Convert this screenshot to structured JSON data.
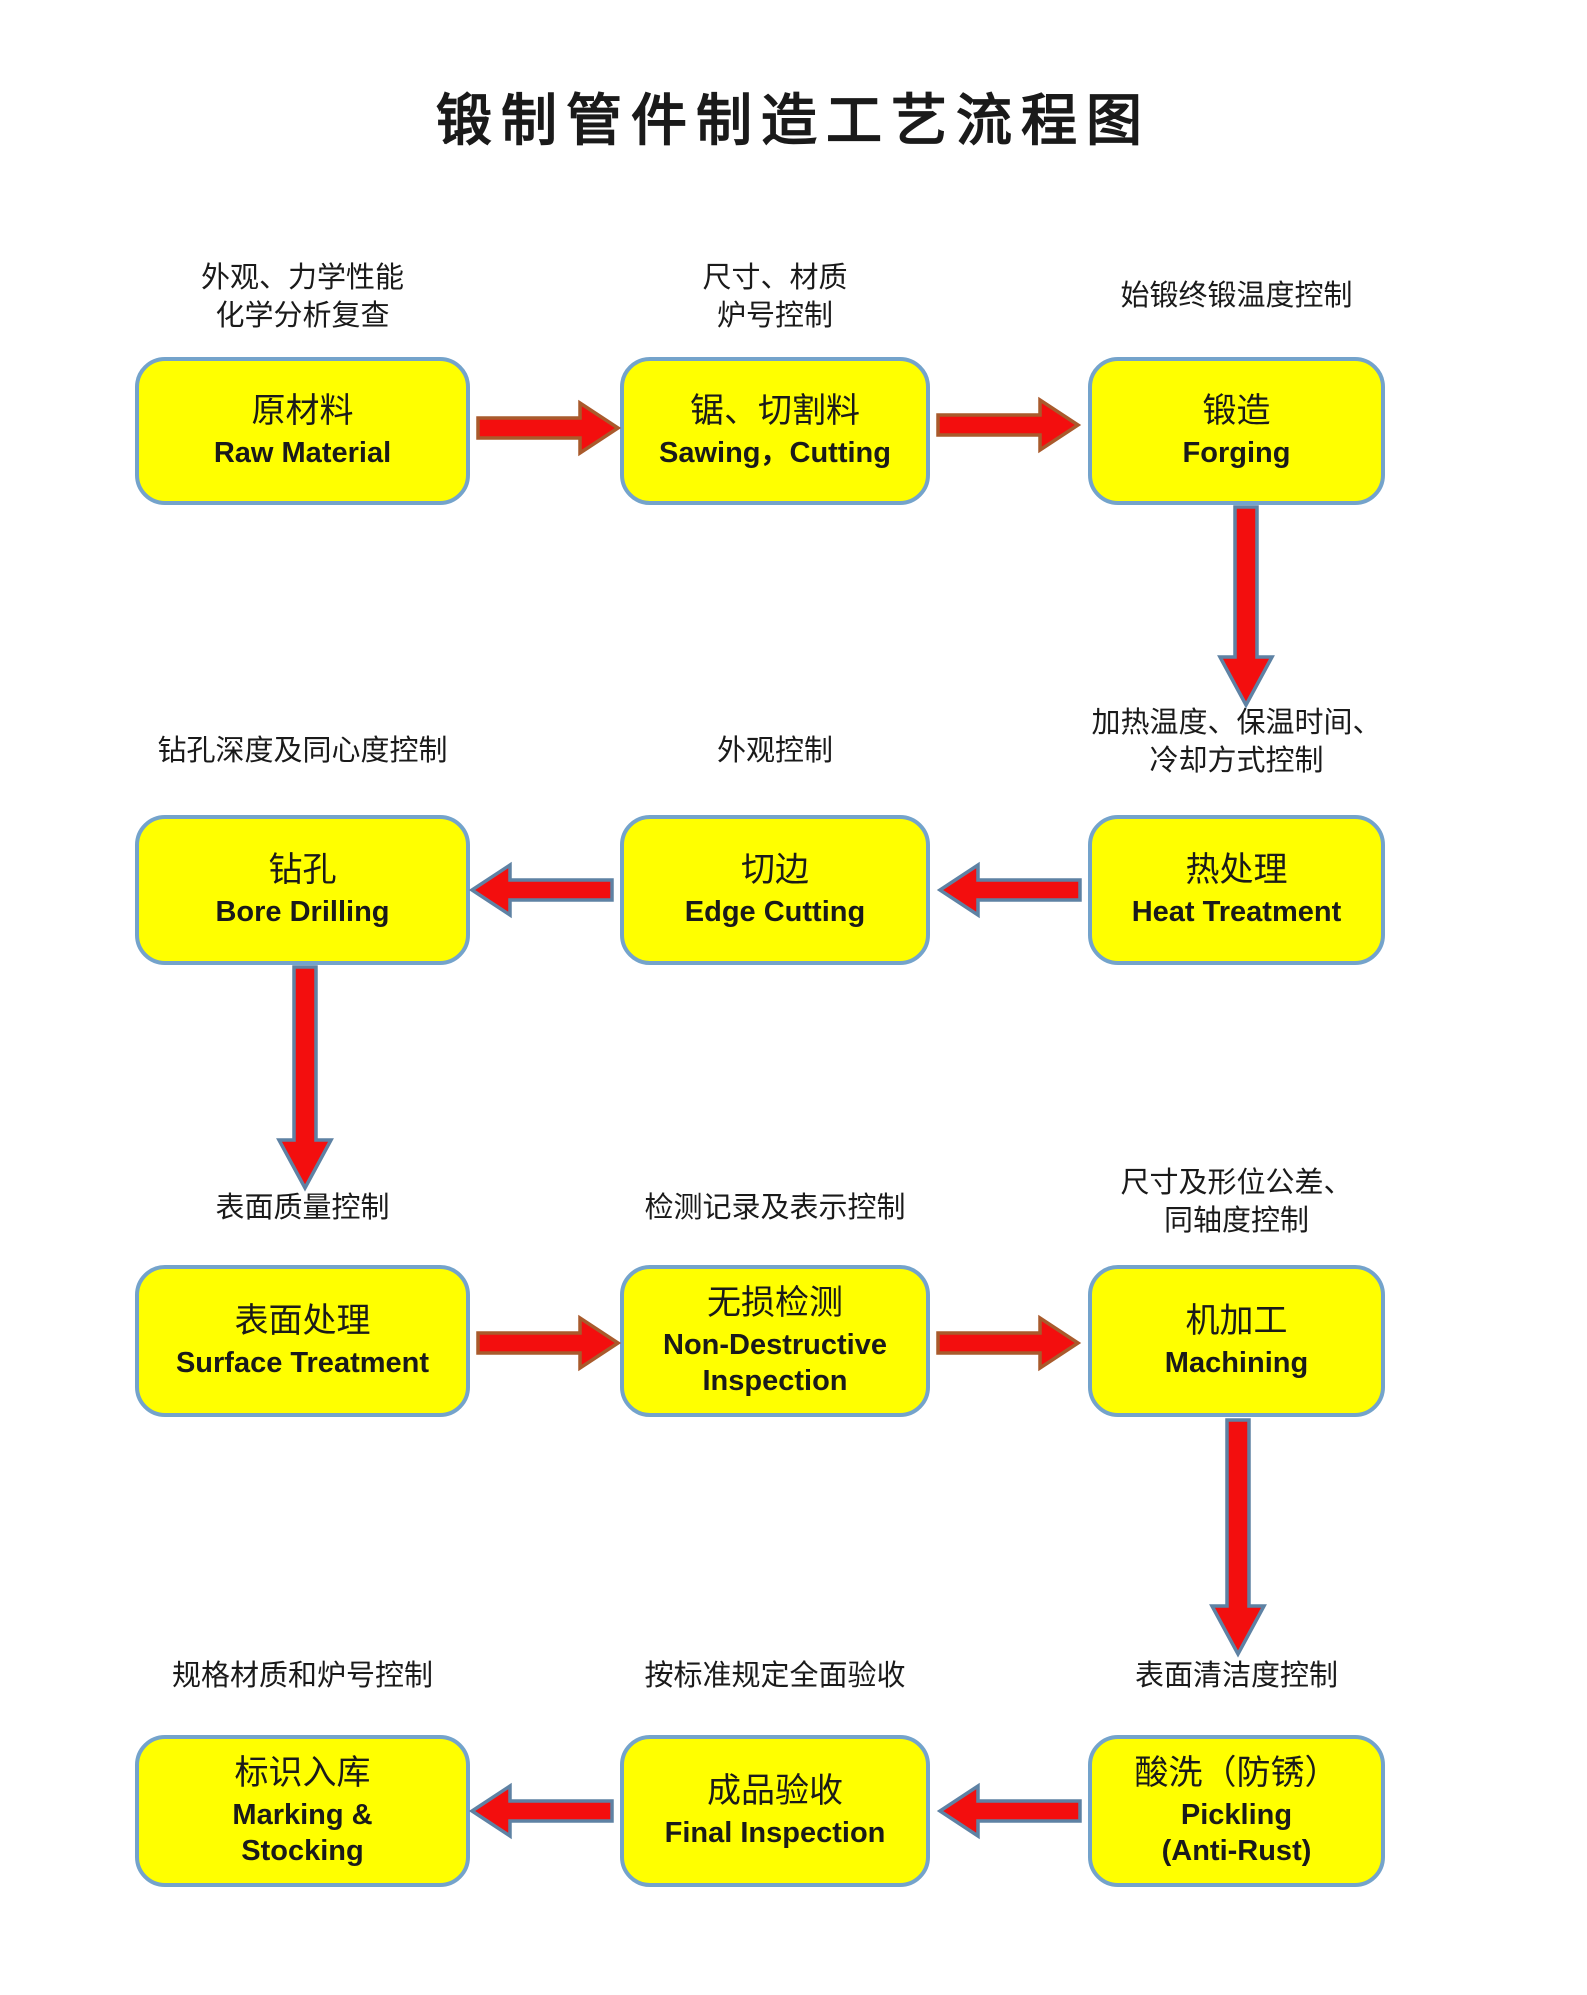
{
  "title": "锻制管件制造工艺流程图",
  "colors": {
    "box-fill": "#ffff00",
    "box-border": "#74a3cb",
    "arrow-fill": "#f30e0e",
    "arrow-outline-warm": "#a95a2c",
    "arrow-outline-cool": "#5e82a4",
    "text": "#1a1a1a"
  },
  "nodes": [
    {
      "id": "raw-material",
      "annotation": "外观、力学性能\n化学分析复查",
      "cn": "原材料",
      "en": "Raw Material"
    },
    {
      "id": "sawing-cutting",
      "annotation": "尺寸、材质\n炉号控制",
      "cn": "锯、切割料",
      "en": "Sawing，Cutting"
    },
    {
      "id": "forging",
      "annotation": "始锻终锻温度控制",
      "cn": "锻造",
      "en": "Forging"
    },
    {
      "id": "heat-treatment",
      "annotation": "加热温度、保温时间、\n冷却方式控制",
      "cn": "热处理",
      "en": "Heat Treatment"
    },
    {
      "id": "edge-cutting",
      "annotation": "外观控制",
      "cn": "切边",
      "en": "Edge Cutting"
    },
    {
      "id": "bore-drilling",
      "annotation": "钻孔深度及同心度控制",
      "cn": "钻孔",
      "en": "Bore Drilling"
    },
    {
      "id": "surface-treatment",
      "annotation": "表面质量控制",
      "cn": "表面处理",
      "en": "Surface Treatment"
    },
    {
      "id": "non-destructive-inspection",
      "annotation": "检测记录及表示控制",
      "cn": "无损检测",
      "en": "Non-Destructive\nInspection"
    },
    {
      "id": "machining",
      "annotation": "尺寸及形位公差、\n同轴度控制",
      "cn": "机加工",
      "en": "Machining"
    },
    {
      "id": "pickling",
      "annotation": "表面清洁度控制",
      "cn": "酸洗（防锈）",
      "en": "Pickling\n(Anti-Rust)"
    },
    {
      "id": "final-inspection",
      "annotation": "按标准规定全面验收",
      "cn": "成品验收",
      "en": "Final Inspection"
    },
    {
      "id": "marking-stocking",
      "annotation": "规格材质和炉号控制",
      "cn": "标识入库",
      "en": "Marking &\nStocking"
    }
  ],
  "edges": [
    {
      "from": "raw-material",
      "to": "sawing-cutting",
      "direction": "right"
    },
    {
      "from": "sawing-cutting",
      "to": "forging",
      "direction": "right"
    },
    {
      "from": "forging",
      "to": "heat-treatment",
      "direction": "down"
    },
    {
      "from": "heat-treatment",
      "to": "edge-cutting",
      "direction": "left"
    },
    {
      "from": "edge-cutting",
      "to": "bore-drilling",
      "direction": "left"
    },
    {
      "from": "bore-drilling",
      "to": "surface-treatment",
      "direction": "down"
    },
    {
      "from": "surface-treatment",
      "to": "non-destructive-inspection",
      "direction": "right"
    },
    {
      "from": "non-destructive-inspection",
      "to": "machining",
      "direction": "right"
    },
    {
      "from": "machining",
      "to": "pickling",
      "direction": "down"
    },
    {
      "from": "pickling",
      "to": "final-inspection",
      "direction": "left"
    },
    {
      "from": "final-inspection",
      "to": "marking-stocking",
      "direction": "left"
    }
  ]
}
